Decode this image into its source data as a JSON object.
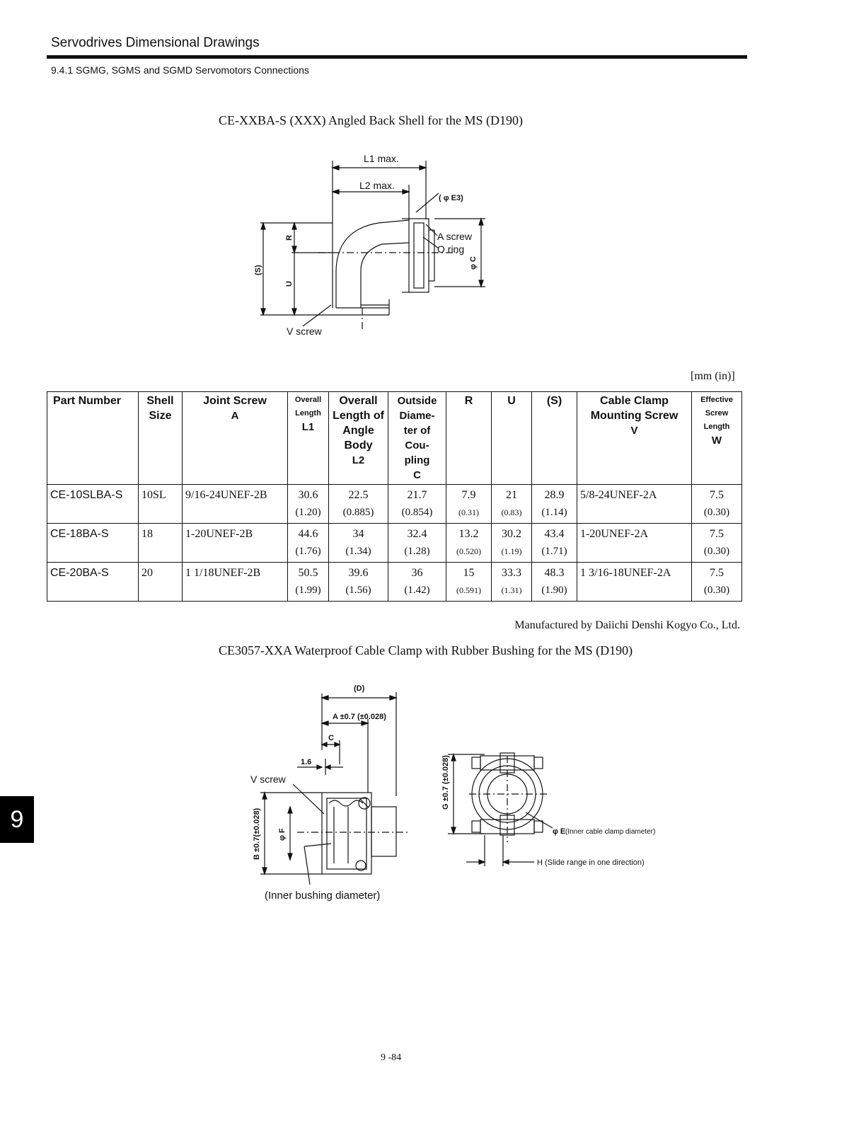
{
  "header": {
    "title": "Servodrives Dimensional Drawings",
    "subsection": "9.4.1 SGMG, SGMS and SGMD Servomotors Connections"
  },
  "section1": {
    "title": "CE-XXBA-S (XXX) Angled Back Shell for the MS (D190)",
    "labels": {
      "l1": "L1 max.",
      "l2": "L2 max.",
      "e3": "( φ E3)",
      "a_screw": "A screw",
      "o_ring": "O ring",
      "phi_c": "φ C",
      "r": "R",
      "u": "U",
      "s": "(S)",
      "v_screw": "V screw"
    }
  },
  "unit_note": "[mm (in)]",
  "table": {
    "headers": {
      "part_number": "Part Number",
      "shell_size": "Shell Size",
      "joint_screw": "Joint Screw",
      "joint_screw_sub": "A",
      "overall_length": "Overall Length",
      "overall_length_sub": "L1",
      "angle_body": "Overall Length of Angle Body",
      "angle_body_sub": "L2",
      "outside_diameter": "Outside Diame- ter of Cou- pling",
      "outside_diameter_sub": "C",
      "r": "R",
      "u": "U",
      "s": "(S)",
      "cable_clamp": "Cable Clamp Mounting Screw",
      "cable_clamp_sub": "V",
      "effective": "Effective Screw Length",
      "effective_sub": "W"
    },
    "rows": [
      {
        "part": "CE-10SLBA-S",
        "shell": "10SL",
        "joint": "9/16-24UNEF-2B",
        "l1": "30.6",
        "l1_in": "(1.20)",
        "l2": "22.5",
        "l2_in": "(0.885)",
        "c": "21.7",
        "c_in": "(0.854)",
        "r": "7.9",
        "r_in": "(0.31)",
        "u": "21",
        "u_in": "(0.83)",
        "s": "28.9",
        "s_in": "(1.14)",
        "v": "5/8-24UNEF-2A",
        "w": "7.5",
        "w_in": "(0.30)"
      },
      {
        "part": "CE-18BA-S",
        "shell": "18",
        "joint": "1-20UNEF-2B",
        "l1": "44.6",
        "l1_in": "(1.76)",
        "l2": "34",
        "l2_in": "(1.34)",
        "c": "32.4",
        "c_in": "(1.28)",
        "r": "13.2",
        "r_in": "(0.520)",
        "u": "30.2",
        "u_in": "(1.19)",
        "s": "43.4",
        "s_in": "(1.71)",
        "v": "1-20UNEF-2A",
        "w": "7.5",
        "w_in": "(0.30)"
      },
      {
        "part": "CE-20BA-S",
        "shell": "20",
        "joint": "1 1/18UNEF-2B",
        "l1": "50.5",
        "l1_in": "(1.99)",
        "l2": "39.6",
        "l2_in": "(1.56)",
        "c": "36",
        "c_in": "(1.42)",
        "r": "15",
        "r_in": "(0.591)",
        "u": "33.3",
        "u_in": "(1.31)",
        "s": "48.3",
        "s_in": "(1.90)",
        "v": "1 3/16-18UNEF-2A",
        "w": "7.5",
        "w_in": "(0.30)"
      }
    ]
  },
  "manufacturer_note": "Manufactured by Daiichi Denshi Kogyo Co., Ltd.",
  "section2": {
    "title": "CE3057-XXA Waterproof Cable Clamp with Rubber Bushing for the MS (D190)",
    "labels": {
      "d": "(D)",
      "a_tol": "A ±0.7 (±0.028)",
      "c": "C",
      "dim_1_6": "1.6",
      "v_screw": "V screw",
      "b_tol": "B ±0.7(±0.028)",
      "phi_f": "φ F",
      "inner_bushing": "(Inner bushing diameter)",
      "g_tol": "G ±0.7 (±0.028)",
      "phi_e": "φ E",
      "inner_clamp": "(Inner cable clamp diameter)",
      "h_slide": "H (Slide range in one direction)"
    }
  },
  "page_number": "9 -84",
  "chapter_tab": "9"
}
